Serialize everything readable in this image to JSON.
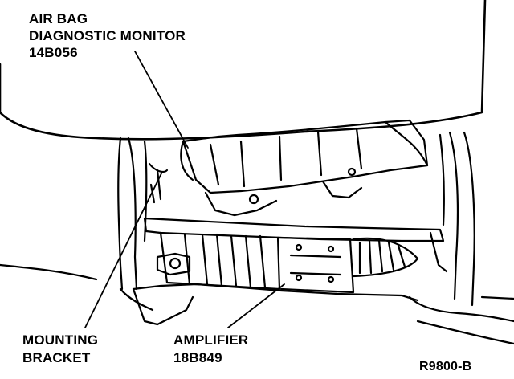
{
  "diagram": {
    "callouts": {
      "air_bag_monitor": {
        "line1": "AIR BAG",
        "line2": "DIAGNOSTIC MONITOR",
        "part_number": "14B056"
      },
      "mounting_bracket": {
        "line1": "MOUNTING",
        "line2": "BRACKET"
      },
      "amplifier": {
        "line1": "AMPLIFIER",
        "part_number": "18B849"
      }
    },
    "figure_ref": "R9800-B"
  }
}
